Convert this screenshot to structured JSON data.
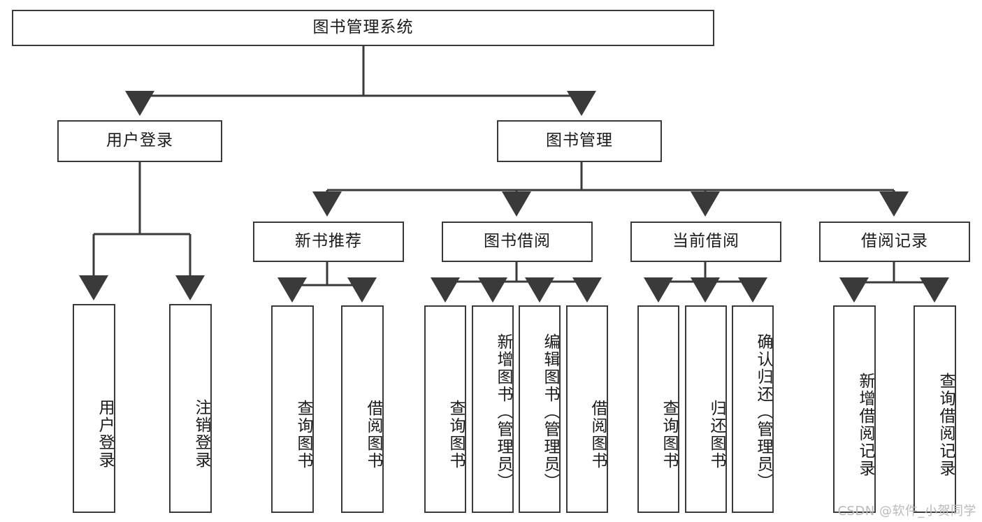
{
  "diagram": {
    "title": "图书管理系统",
    "watermark": "CSDN @软件_小贺同学",
    "colors": {
      "stroke": "#3a3a3a",
      "box_fill": "#ffffff",
      "text": "#1a1a1a",
      "watermark": "#b9b9b9",
      "background": "#ffffff"
    },
    "root": {
      "label": "图书管理系统"
    },
    "level2": [
      {
        "label": "用户登录"
      },
      {
        "label": "图书管理"
      }
    ],
    "level3": [
      {
        "label": "新书推荐"
      },
      {
        "label": "图书借阅"
      },
      {
        "label": "当前借阅"
      },
      {
        "label": "借阅记录"
      }
    ],
    "leaves": {
      "user_login": [
        {
          "label": "用户登录"
        },
        {
          "label": "注销登录"
        }
      ],
      "new_book_recommend": [
        {
          "label": "查询图书"
        },
        {
          "label": "借阅图书"
        }
      ],
      "book_borrow": [
        {
          "label": "查询图书"
        },
        {
          "label": "新增图书（管理员）"
        },
        {
          "label": "编辑图书（管理员）"
        },
        {
          "label": "借阅图书"
        }
      ],
      "current_borrow": [
        {
          "label": "查询图书"
        },
        {
          "label": "归还图书"
        },
        {
          "label": "确认归还（管理员）"
        }
      ],
      "borrow_record": [
        {
          "label": "新增借阅记录"
        },
        {
          "label": "查询借阅记录"
        }
      ]
    }
  }
}
